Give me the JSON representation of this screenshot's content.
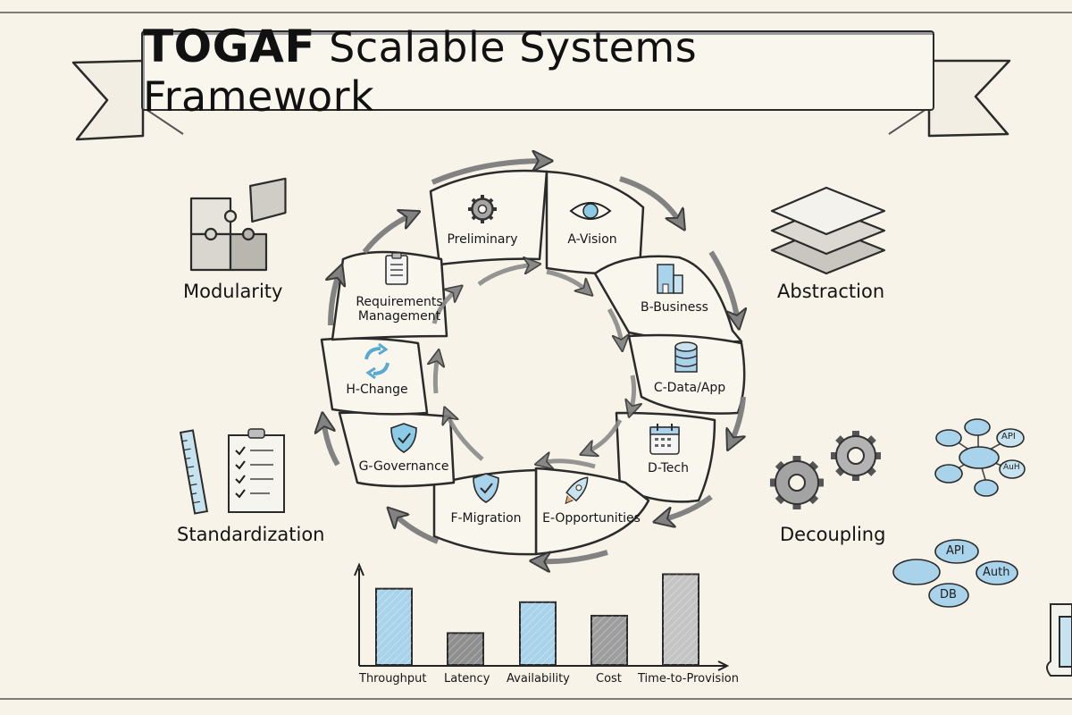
{
  "title": {
    "prefix": "TOGAF",
    "rest": "Scalable Systems Framework"
  },
  "cycle": {
    "phases": [
      {
        "id": "preliminary",
        "label": "Preliminary",
        "icon": "gear-icon"
      },
      {
        "id": "a",
        "label": "A-Vision",
        "icon": "eye-icon"
      },
      {
        "id": "b",
        "label": "B-Business",
        "icon": "building-icon"
      },
      {
        "id": "c",
        "label": "C-Data/App",
        "icon": "database-icon"
      },
      {
        "id": "d",
        "label": "D-Tech",
        "icon": "calendar-icon"
      },
      {
        "id": "e",
        "label": "E-Opportunities",
        "icon": "rocket-icon"
      },
      {
        "id": "f",
        "label": "F-Migration",
        "icon": "shield-check-icon"
      },
      {
        "id": "g",
        "label": "G-Governance",
        "icon": "shield-check-icon"
      },
      {
        "id": "h",
        "label": "H-Change",
        "icon": "refresh-icon"
      },
      {
        "id": "req",
        "label_line1": "Requirements",
        "label_line2": "Management",
        "icon": "clipboard-icon"
      }
    ]
  },
  "principles": {
    "modularity": {
      "label": "Modularity",
      "icon": "puzzle-icon"
    },
    "standardization": {
      "label": "Standardization",
      "icon": "ruler-checklist-icon"
    },
    "abstraction": {
      "label": "Abstraction",
      "icon": "layers-icon"
    },
    "decoupling": {
      "label": "Decoupling",
      "icon": "gears-icon"
    }
  },
  "clouds": {
    "hub": {
      "labels": [
        "API",
        "AuH"
      ]
    },
    "cluster": {
      "labels": [
        "API",
        "Auth",
        "DB"
      ]
    }
  },
  "colors": {
    "background": "#f7f3e8",
    "ink": "#2b2b2b",
    "accent_blue": "#a9d3ea",
    "pencil_gray": "#9a9a9a"
  },
  "chart_data": {
    "type": "bar",
    "title": "",
    "categories": [
      "Throughput",
      "Latency",
      "Availability",
      "Cost",
      "Time-to-Provision"
    ],
    "values": [
      79,
      33,
      65,
      51,
      94
    ],
    "bar_colors": [
      "#a9d3ea",
      "#8f8f8f",
      "#a9d3ea",
      "#9d9d9d",
      "#c4c4c4"
    ],
    "xlabel": "",
    "ylabel": "",
    "ylim": [
      0,
      100
    ],
    "grid": false,
    "legend": "none",
    "note": "values are relative heights; axis has no tick labels"
  }
}
